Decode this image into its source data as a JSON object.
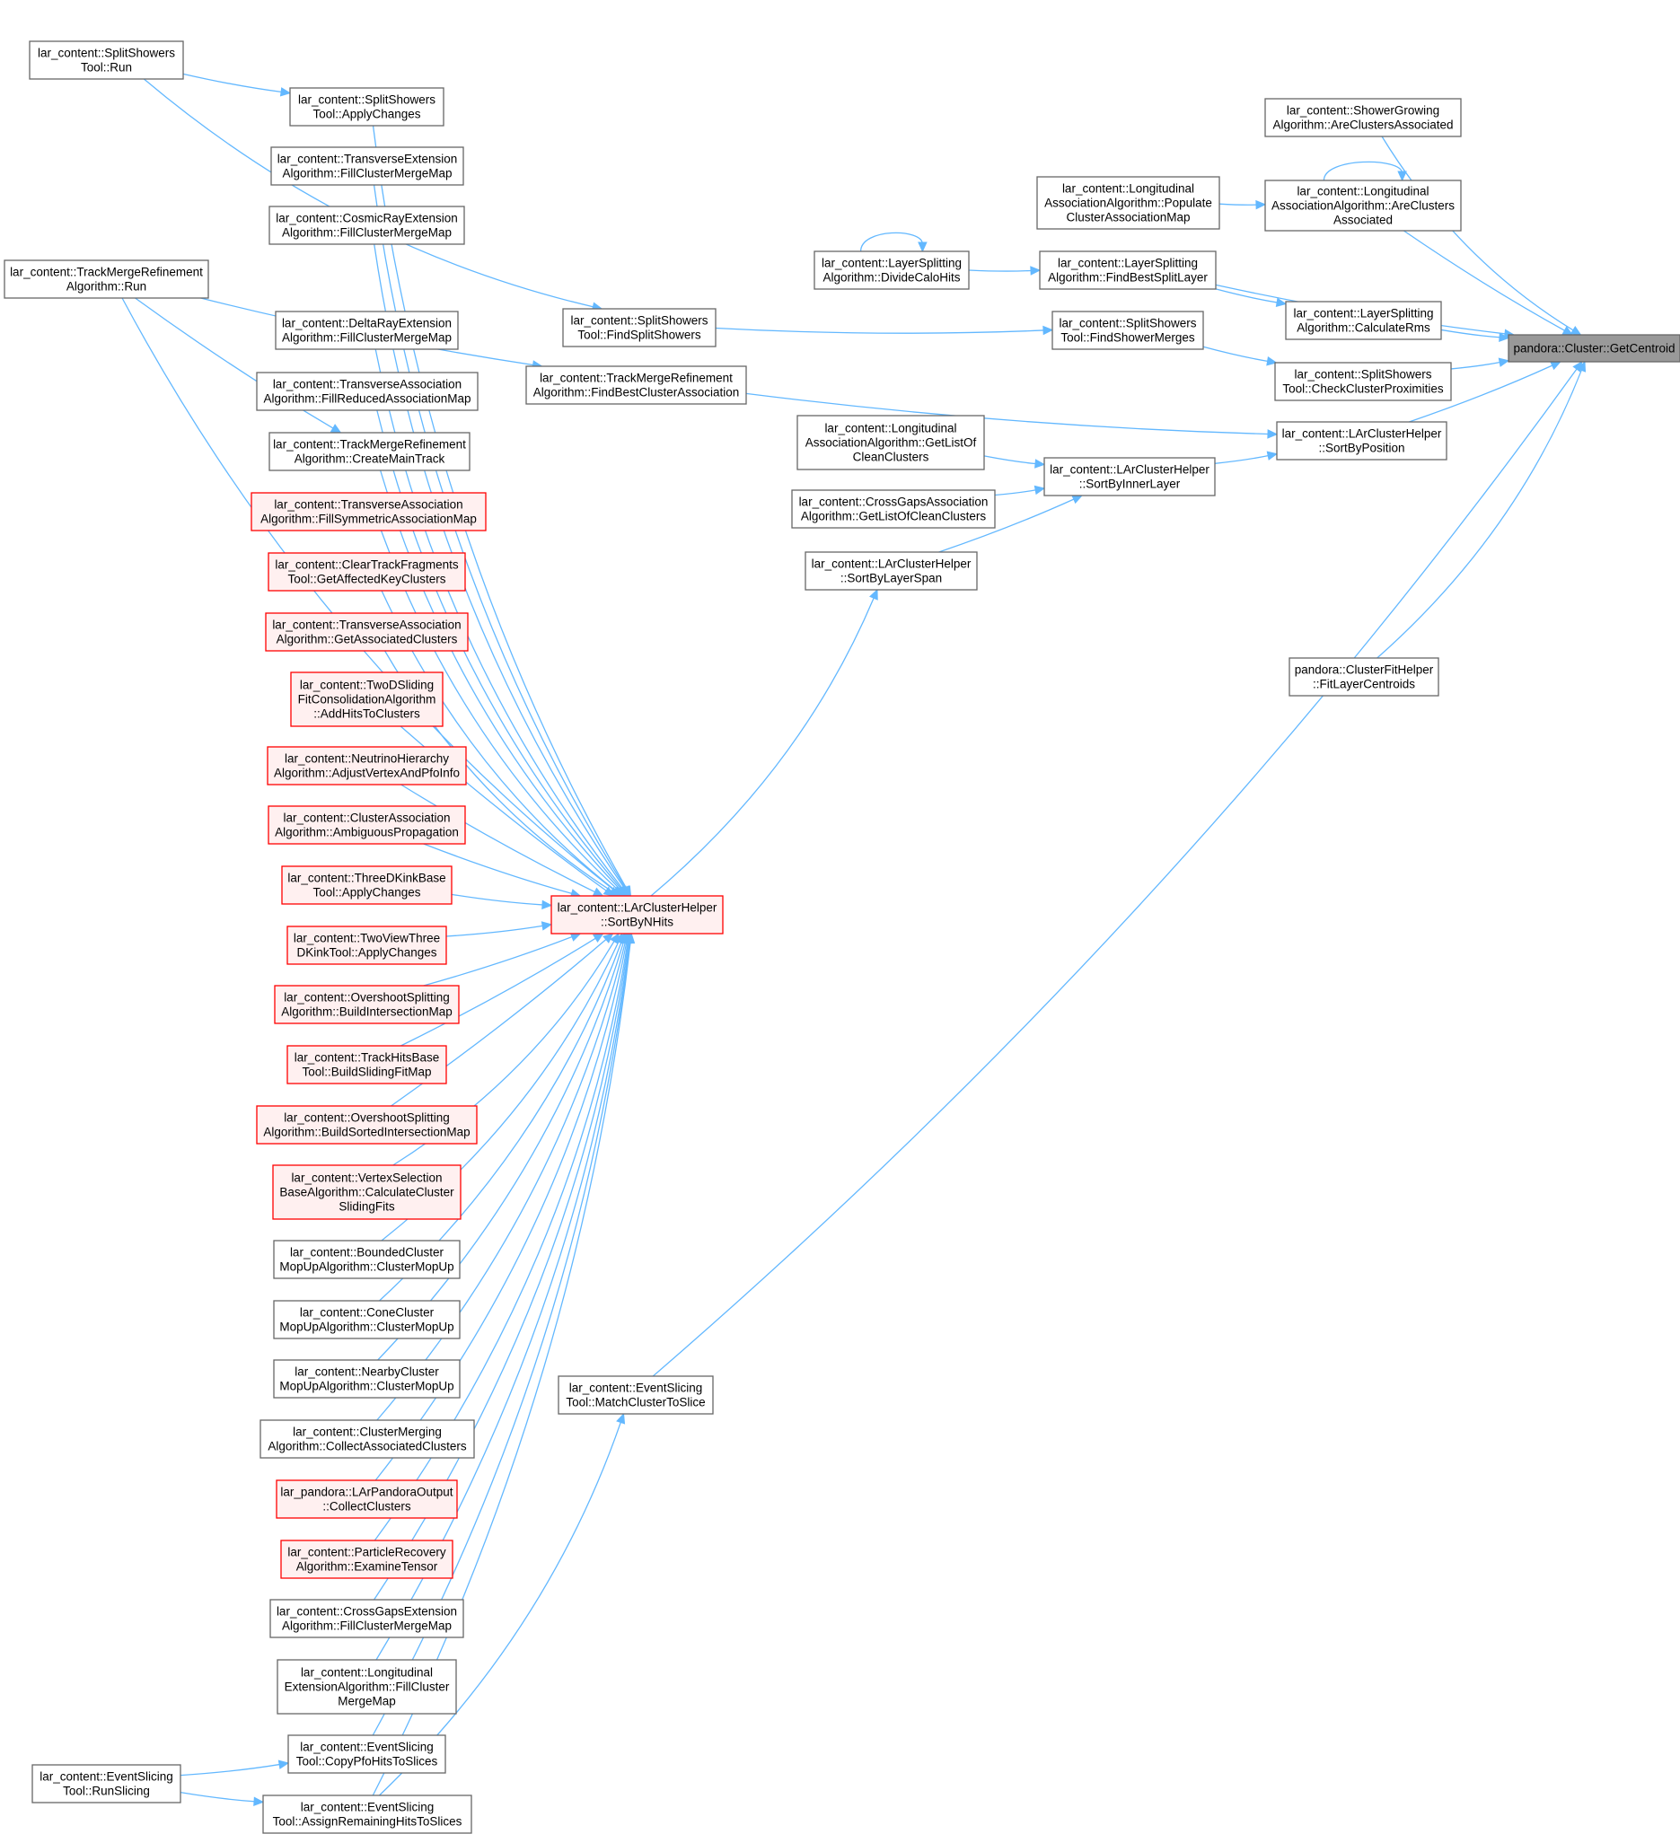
{
  "colors": {
    "edge": "#63b8ff",
    "node_border": "#666666",
    "node_fill": "#ffffff",
    "truncated_border": "#ff0000",
    "truncated_fill": "#fff0f0",
    "root_fill": "#999999",
    "root_border": "#666666"
  },
  "nodes": [
    {
      "id": "getcentroid",
      "style": "root",
      "lines": [
        "pandora::Cluster::GetCentroid"
      ]
    },
    {
      "id": "sgaaca",
      "style": "normal",
      "lines": [
        "lar_content::ShowerGrowing",
        "Algorithm::AreClustersAssociated"
      ]
    },
    {
      "id": "laaca",
      "style": "normal",
      "lines": [
        "lar_content::Longitudinal",
        "AssociationAlgorithm::AreClusters",
        "Associated"
      ]
    },
    {
      "id": "laapcam",
      "style": "normal",
      "lines": [
        "lar_content::Longitudinal",
        "AssociationAlgorithm::Populate",
        "ClusterAssociationMap"
      ]
    },
    {
      "id": "lsafbsl",
      "style": "normal",
      "lines": [
        "lar_content::LayerSplitting",
        "Algorithm::FindBestSplitLayer"
      ]
    },
    {
      "id": "lsadch",
      "style": "normal",
      "lines": [
        "lar_content::LayerSplitting",
        "Algorithm::DivideCaloHits"
      ]
    },
    {
      "id": "lsacr",
      "style": "normal",
      "lines": [
        "lar_content::LayerSplitting",
        "Algorithm::CalculateRms"
      ]
    },
    {
      "id": "sstfsm",
      "style": "normal",
      "lines": [
        "lar_content::SplitShowers",
        "Tool::FindShowerMerges"
      ]
    },
    {
      "id": "sstfss",
      "style": "normal",
      "lines": [
        "lar_content::SplitShowers",
        "Tool::FindSplitShowers"
      ]
    },
    {
      "id": "sstccp",
      "style": "normal",
      "lines": [
        "lar_content::SplitShowers",
        "Tool::CheckClusterProximities"
      ]
    },
    {
      "id": "lchsbp",
      "style": "normal",
      "lines": [
        "lar_content::LArClusterHelper",
        "::SortByPosition"
      ]
    },
    {
      "id": "tmrafbca",
      "style": "normal",
      "lines": [
        "lar_content::TrackMergeRefinement",
        "Algorithm::FindBestClusterAssociation"
      ]
    },
    {
      "id": "lchsbil",
      "style": "normal",
      "lines": [
        "lar_content::LArClusterHelper",
        "::SortByInnerLayer"
      ]
    },
    {
      "id": "laaglocc",
      "style": "normal",
      "lines": [
        "lar_content::Longitudinal",
        "AssociationAlgorithm::GetListOf",
        "CleanClusters"
      ]
    },
    {
      "id": "cgaaglocc",
      "style": "normal",
      "lines": [
        "lar_content::CrossGapsAssociation",
        "Algorithm::GetListOfCleanClusters"
      ]
    },
    {
      "id": "lchsbls",
      "style": "normal",
      "lines": [
        "lar_content::LArClusterHelper",
        "::SortByLayerSpan"
      ]
    },
    {
      "id": "cfhflc",
      "style": "normal",
      "lines": [
        "pandora::ClusterFitHelper",
        "::FitLayerCentroids"
      ]
    },
    {
      "id": "estmcts",
      "style": "normal",
      "lines": [
        "lar_content::EventSlicing",
        "Tool::MatchClusterToSlice"
      ]
    },
    {
      "id": "lchsbnh",
      "style": "truncated",
      "lines": [
        "lar_content::LArClusterHelper",
        "::SortByNHits"
      ]
    },
    {
      "id": "sstrun",
      "style": "normal",
      "lines": [
        "lar_content::SplitShowers",
        "Tool::Run"
      ]
    },
    {
      "id": "sstac",
      "style": "normal",
      "lines": [
        "lar_content::SplitShowers",
        "Tool::ApplyChanges"
      ]
    },
    {
      "id": "teafcmm",
      "style": "normal",
      "lines": [
        "lar_content::TransverseExtension",
        "Algorithm::FillClusterMergeMap"
      ]
    },
    {
      "id": "creafcmm",
      "style": "normal",
      "lines": [
        "lar_content::CosmicRayExtension",
        "Algorithm::FillClusterMergeMap"
      ]
    },
    {
      "id": "tmrarun",
      "style": "normal",
      "lines": [
        "lar_content::TrackMergeRefinement",
        "Algorithm::Run"
      ]
    },
    {
      "id": "dreafcmm",
      "style": "normal",
      "lines": [
        "lar_content::DeltaRayExtension",
        "Algorithm::FillClusterMergeMap"
      ]
    },
    {
      "id": "taafram",
      "style": "normal",
      "lines": [
        "lar_content::TransverseAssociation",
        "Algorithm::FillReducedAssociationMap"
      ]
    },
    {
      "id": "tmracmt",
      "style": "normal",
      "lines": [
        "lar_content::TrackMergeRefinement",
        "Algorithm::CreateMainTrack"
      ]
    },
    {
      "id": "taafsam",
      "style": "truncated",
      "lines": [
        "lar_content::TransverseAssociation",
        "Algorithm::FillSymmetricAssociationMap"
      ]
    },
    {
      "id": "ctftgakc",
      "style": "truncated",
      "lines": [
        "lar_content::ClearTrackFragments",
        "Tool::GetAffectedKeyClusters"
      ]
    },
    {
      "id": "taagac",
      "style": "truncated",
      "lines": [
        "lar_content::TransverseAssociation",
        "Algorithm::GetAssociatedClusters"
      ]
    },
    {
      "id": "tdsfcaahtc",
      "style": "truncated",
      "lines": [
        "lar_content::TwoDSliding",
        "FitConsolidationAlgorithm",
        "::AddHitsToClusters"
      ]
    },
    {
      "id": "nhaavapi",
      "style": "truncated",
      "lines": [
        "lar_content::NeutrinoHierarchy",
        "Algorithm::AdjustVertexAndPfoInfo"
      ]
    },
    {
      "id": "caaap",
      "style": "truncated",
      "lines": [
        "lar_content::ClusterAssociation",
        "Algorithm::AmbiguousPropagation"
      ]
    },
    {
      "id": "tdkbtac",
      "style": "truncated",
      "lines": [
        "lar_content::ThreeDKinkBase",
        "Tool::ApplyChanges"
      ]
    },
    {
      "id": "tvtdktac",
      "style": "truncated",
      "lines": [
        "lar_content::TwoViewThree",
        "DKinkTool::ApplyChanges"
      ]
    },
    {
      "id": "osabim",
      "style": "truncated",
      "lines": [
        "lar_content::OvershootSplitting",
        "Algorithm::BuildIntersectionMap"
      ]
    },
    {
      "id": "thbtbsfm",
      "style": "truncated",
      "lines": [
        "lar_content::TrackHitsBase",
        "Tool::BuildSlidingFitMap"
      ]
    },
    {
      "id": "osabsim",
      "style": "truncated",
      "lines": [
        "lar_content::OvershootSplitting",
        "Algorithm::BuildSortedIntersectionMap"
      ]
    },
    {
      "id": "vsbaccsf",
      "style": "truncated",
      "lines": [
        "lar_content::VertexSelection",
        "BaseAlgorithm::CalculateCluster",
        "SlidingFits"
      ]
    },
    {
      "id": "bcmuacmu",
      "style": "normal",
      "lines": [
        "lar_content::BoundedCluster",
        "MopUpAlgorithm::ClusterMopUp"
      ]
    },
    {
      "id": "ccmuacmu",
      "style": "normal",
      "lines": [
        "lar_content::ConeCluster",
        "MopUpAlgorithm::ClusterMopUp"
      ]
    },
    {
      "id": "ncmuacmu",
      "style": "normal",
      "lines": [
        "lar_content::NearbyCluster",
        "MopUpAlgorithm::ClusterMopUp"
      ]
    },
    {
      "id": "cmacac",
      "style": "normal",
      "lines": [
        "lar_content::ClusterMerging",
        "Algorithm::CollectAssociatedClusters"
      ]
    },
    {
      "id": "lpocc",
      "style": "truncated",
      "lines": [
        "lar_pandora::LArPandoraOutput",
        "::CollectClusters"
      ]
    },
    {
      "id": "praet",
      "style": "truncated",
      "lines": [
        "lar_content::ParticleRecovery",
        "Algorithm::ExamineTensor"
      ]
    },
    {
      "id": "cgeafcmm",
      "style": "normal",
      "lines": [
        "lar_content::CrossGapsExtension",
        "Algorithm::FillClusterMergeMap"
      ]
    },
    {
      "id": "leafcmm",
      "style": "normal",
      "lines": [
        "lar_content::Longitudinal",
        "ExtensionAlgorithm::FillCluster",
        "MergeMap"
      ]
    },
    {
      "id": "estcphts",
      "style": "normal",
      "lines": [
        "lar_content::EventSlicing",
        "Tool::CopyPfoHitsToSlices"
      ]
    },
    {
      "id": "estrs",
      "style": "normal",
      "lines": [
        "lar_content::EventSlicing",
        "Tool::RunSlicing"
      ]
    },
    {
      "id": "estarhts",
      "style": "normal",
      "lines": [
        "lar_content::EventSlicing",
        "Tool::AssignRemainingHitsToSlices"
      ]
    }
  ],
  "edges": [
    [
      "sgaaca",
      "getcentroid"
    ],
    [
      "laaca",
      "getcentroid"
    ],
    [
      "laaca",
      "laaca"
    ],
    [
      "laapcam",
      "laaca"
    ],
    [
      "lsafbsl",
      "getcentroid"
    ],
    [
      "lsadch",
      "lsafbsl"
    ],
    [
      "lsadch",
      "lsadch"
    ],
    [
      "lsafbsl",
      "lsacr"
    ],
    [
      "lsacr",
      "getcentroid"
    ],
    [
      "sstfss",
      "sstfsm"
    ],
    [
      "sstfsm",
      "sstccp"
    ],
    [
      "sstccp",
      "getcentroid"
    ],
    [
      "lchsbp",
      "getcentroid"
    ],
    [
      "tmrafbca",
      "lchsbp"
    ],
    [
      "lchsbil",
      "lchsbp"
    ],
    [
      "laaglocc",
      "lchsbil"
    ],
    [
      "cgaaglocc",
      "lchsbil"
    ],
    [
      "lchsbls",
      "lchsbil"
    ],
    [
      "lchsbnh",
      "lchsbls"
    ],
    [
      "cfhflc",
      "getcentroid"
    ],
    [
      "estmcts",
      "getcentroid"
    ],
    [
      "estarhts",
      "estmcts"
    ],
    [
      "sstrun",
      "sstac"
    ],
    [
      "sstrun",
      "sstfss"
    ],
    [
      "sstac",
      "lchsbnh"
    ],
    [
      "teafcmm",
      "lchsbnh"
    ],
    [
      "creafcmm",
      "lchsbnh"
    ],
    [
      "tmrarun",
      "lchsbnh"
    ],
    [
      "tmrarun",
      "tmracmt"
    ],
    [
      "tmrarun",
      "tmrafbca"
    ],
    [
      "dreafcmm",
      "lchsbnh"
    ],
    [
      "taafram",
      "lchsbnh"
    ],
    [
      "tmracmt",
      "lchsbnh"
    ],
    [
      "taafsam",
      "lchsbnh"
    ],
    [
      "ctftgakc",
      "lchsbnh"
    ],
    [
      "taagac",
      "lchsbnh"
    ],
    [
      "tdsfcaahtc",
      "lchsbnh"
    ],
    [
      "nhaavapi",
      "lchsbnh"
    ],
    [
      "caaap",
      "lchsbnh"
    ],
    [
      "tdkbtac",
      "lchsbnh"
    ],
    [
      "tvtdktac",
      "lchsbnh"
    ],
    [
      "osabim",
      "lchsbnh"
    ],
    [
      "thbtbsfm",
      "lchsbnh"
    ],
    [
      "osabsim",
      "lchsbnh"
    ],
    [
      "vsbaccsf",
      "lchsbnh"
    ],
    [
      "bcmuacmu",
      "lchsbnh"
    ],
    [
      "ccmuacmu",
      "lchsbnh"
    ],
    [
      "ncmuacmu",
      "lchsbnh"
    ],
    [
      "cmacac",
      "lchsbnh"
    ],
    [
      "lpocc",
      "lchsbnh"
    ],
    [
      "praet",
      "lchsbnh"
    ],
    [
      "cgeafcmm",
      "lchsbnh"
    ],
    [
      "leafcmm",
      "lchsbnh"
    ],
    [
      "estcphts",
      "lchsbnh"
    ],
    [
      "estarhts",
      "lchsbnh"
    ],
    [
      "estrs",
      "estcphts"
    ],
    [
      "estrs",
      "estarhts"
    ]
  ]
}
